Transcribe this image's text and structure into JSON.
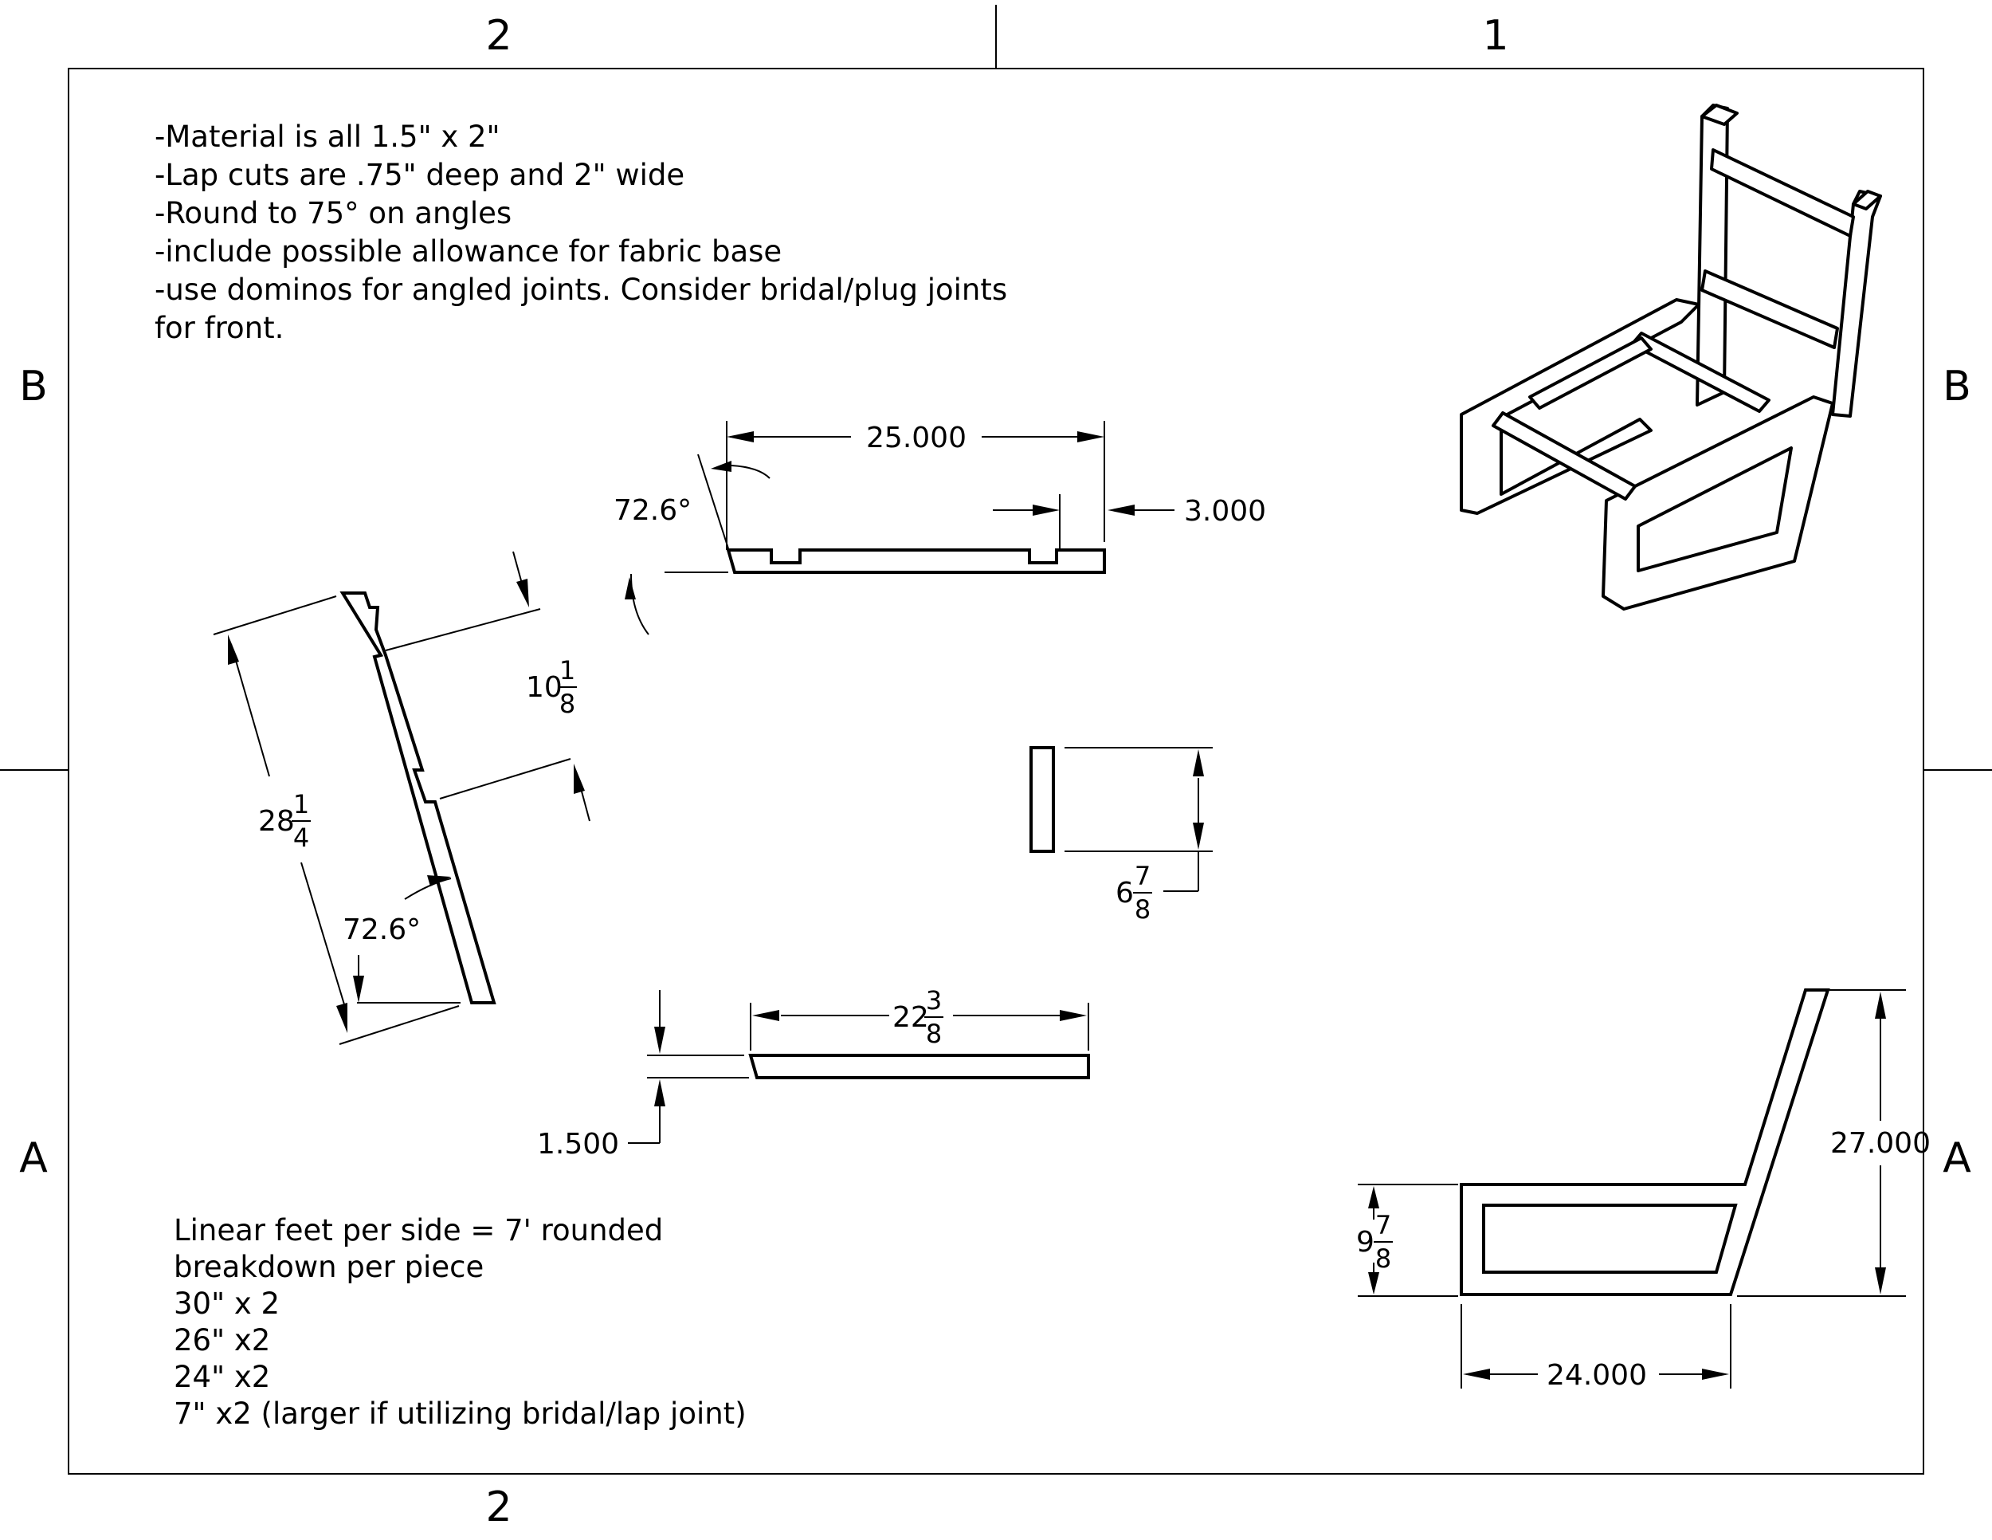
{
  "zones": {
    "top_left": "2",
    "top_right": "1",
    "bottom_left": "2",
    "left_upper": "B",
    "right_upper": "B",
    "left_lower": "A",
    "right_lower": "A"
  },
  "notes_top": [
    "-Material is all 1.5\" x 2\"",
    "-Lap cuts are .75\" deep and 2\" wide",
    "-Round to 75° on angles",
    "-include possible allowance for fabric base",
    "-use dominos for angled joints. Consider bridal/plug joints",
    "for front."
  ],
  "notes_bottom": [
    "Linear feet per side = 7' rounded",
    "breakdown per piece",
    "30\" x 2",
    "26\" x2",
    "24\" x2",
    "7\" x2 (larger if utilizing bridal/lap joint)"
  ],
  "dimensions": {
    "top_rail_length": "25.000",
    "top_rail_angle": "72.6°",
    "top_rail_lap_offset": "3.000",
    "back_leg_lap_spacing": {
      "whole": "10",
      "num": "1",
      "den": "8"
    },
    "back_leg_length": {
      "whole": "28",
      "num": "1",
      "den": "4"
    },
    "back_leg_angle": "72.6°",
    "spacer_length": {
      "whole": "6",
      "num": "7",
      "den": "8"
    },
    "bottom_rail_length": {
      "whole": "22",
      "num": "3",
      "den": "8"
    },
    "bottom_rail_thickness": "1.500",
    "side_height": "27.000",
    "side_seat_height": {
      "whole": "9",
      "num": "7",
      "den": "8"
    },
    "side_depth": "24.000"
  }
}
